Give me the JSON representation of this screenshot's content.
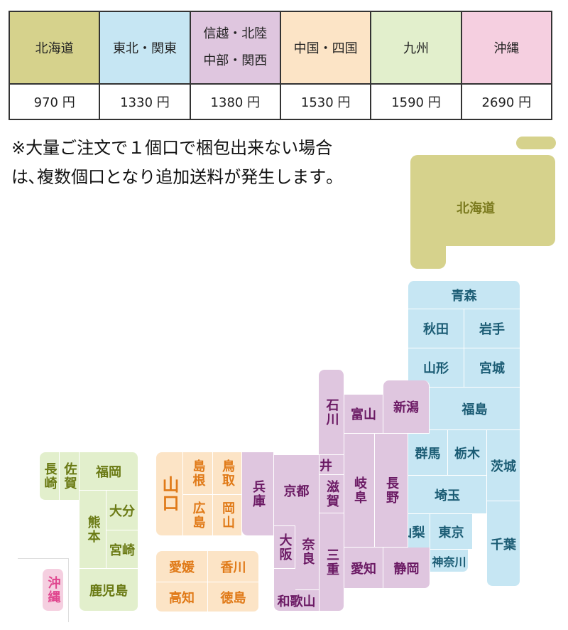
{
  "rates_table": {
    "regions": [
      {
        "label": "北海道",
        "bg": "#d6d28c"
      },
      {
        "label": "東北・関東",
        "bg": "#c6e6f3"
      },
      {
        "label_line1": "信越・北陸",
        "label_line2": "中部・関西",
        "bg": "#dfc6df"
      },
      {
        "label": "中国・四国",
        "bg": "#fce4c6"
      },
      {
        "label": "九州",
        "bg": "#e2efcc"
      },
      {
        "label": "沖縄",
        "bg": "#f5cfe0"
      }
    ],
    "prices": [
      "970 円",
      "1330 円",
      "1380 円",
      "1530 円",
      "1590 円",
      "2690 円"
    ]
  },
  "note": {
    "line1": "※大量ご注文で１個口で梱包出来ない場合",
    "line2": "は､複数個口となり追加送料が発生します｡"
  },
  "colors": {
    "hokkaido": "#d6d28c",
    "tohoku_kanto": "#c6e6f3",
    "chubu_kansai": "#dfc6df",
    "chugoku_shikoku": "#fce4c6",
    "kyushu": "#e2efcc",
    "okinawa": "#f5cfe0"
  },
  "map": {
    "hokkaido": "北海道",
    "aomori": "青森",
    "akita": "秋田",
    "iwate": "岩手",
    "yamagata": "山形",
    "miyagi": "宮城",
    "fukushima": "福島",
    "niigata": "新潟",
    "toyama": "富山",
    "ishikawa": "石川",
    "gunma": "群馬",
    "tochigi": "栃木",
    "ibaraki": "茨城",
    "saitama": "埼玉",
    "chiba": "千葉",
    "yamanashi": "山梨",
    "tokyo": "東京",
    "kanagawa": "神奈川",
    "nagano": "長野",
    "gifu": "岐阜",
    "shizuoka": "静岡",
    "aichi": "愛知",
    "fukui": "福井",
    "shiga": "滋賀",
    "mie": "三重",
    "kyoto": "京都",
    "hyogo": "兵庫",
    "osaka": "大阪",
    "nara": "奈良",
    "wakayama": "和歌山",
    "tottori": "鳥取",
    "shimane": "島根",
    "okayama": "岡山",
    "hiroshima": "広島",
    "yamaguchi": "山口",
    "ehime": "愛媛",
    "kagawa": "香川",
    "kochi": "高知",
    "tokushima": "徳島",
    "fukuoka": "福岡",
    "saga": "佐賀",
    "nagasaki": "長崎",
    "kumamoto": "熊本",
    "oita": "大分",
    "miyazaki": "宮崎",
    "kagoshima": "鹿児島",
    "okinawa": "沖縄"
  }
}
